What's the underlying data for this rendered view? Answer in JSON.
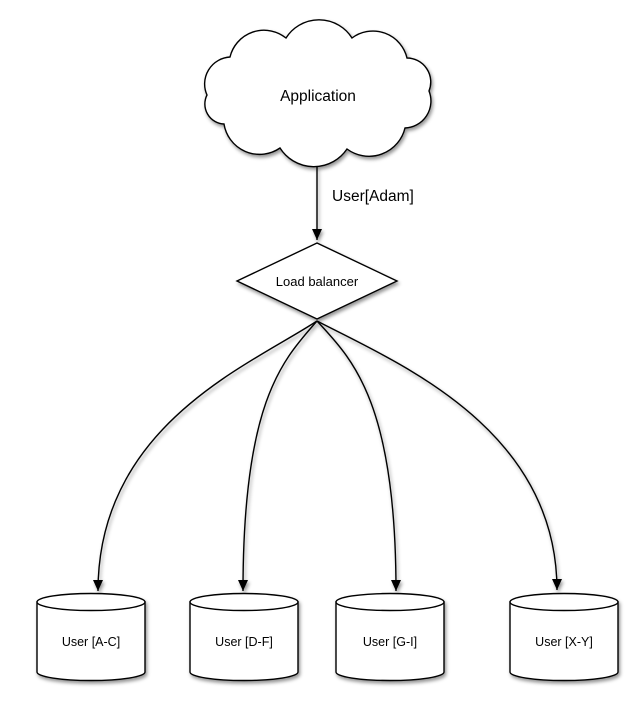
{
  "diagram": {
    "background_color": "#ffffff",
    "shape_fill_color": "#ffffff",
    "stroke_color": "#000000",
    "text_color": "#000000",
    "shadow_color": "#9a9a9a",
    "nodes": {
      "application": {
        "label": "Application",
        "shape": "cloud"
      },
      "load_balancer": {
        "label": "Load balancer",
        "shape": "diamond"
      },
      "shards": [
        {
          "label": "User [A-C]",
          "shape": "cylinder"
        },
        {
          "label": "User [D-F]",
          "shape": "cylinder"
        },
        {
          "label": "User [G-I]",
          "shape": "cylinder"
        },
        {
          "label": "User [X-Y]",
          "shape": "cylinder"
        }
      ]
    },
    "edges": [
      {
        "from": "application",
        "to": "load_balancer",
        "label": "User[Adam]"
      },
      {
        "from": "load_balancer",
        "to": "User [A-C]",
        "label": ""
      },
      {
        "from": "load_balancer",
        "to": "User [D-F]",
        "label": ""
      },
      {
        "from": "load_balancer",
        "to": "User [G-I]",
        "label": ""
      },
      {
        "from": "load_balancer",
        "to": "User [X-Y]",
        "label": ""
      }
    ]
  }
}
